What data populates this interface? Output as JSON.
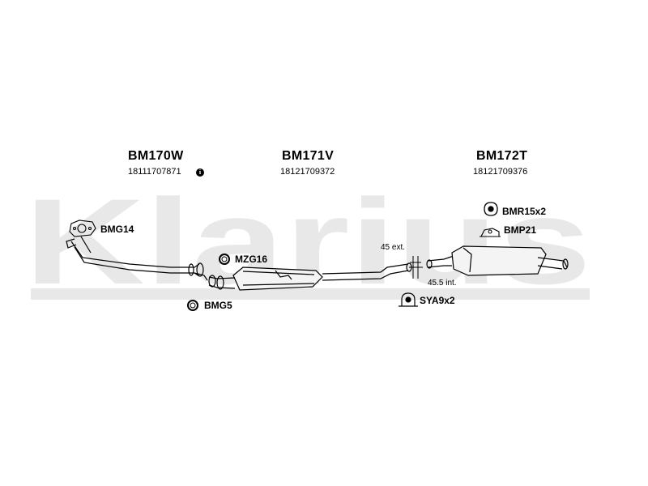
{
  "watermark": {
    "text": "Klarius"
  },
  "parts": [
    {
      "code": "BM170W",
      "number": "18111707871",
      "info_icon": "info-icon"
    },
    {
      "code": "BM171V",
      "number": "18121709372"
    },
    {
      "code": "BM172T",
      "number": "18121709376"
    }
  ],
  "accessories": {
    "bmg14": "BMG14",
    "mzg16": "MZG16",
    "bmg5": "BMG5",
    "bmr15": "BMR15x2",
    "bmp21": "BMP21",
    "sya9": "SYA9x2"
  },
  "dimensions": {
    "ext": "45 ext.",
    "int": "45.5 int."
  }
}
